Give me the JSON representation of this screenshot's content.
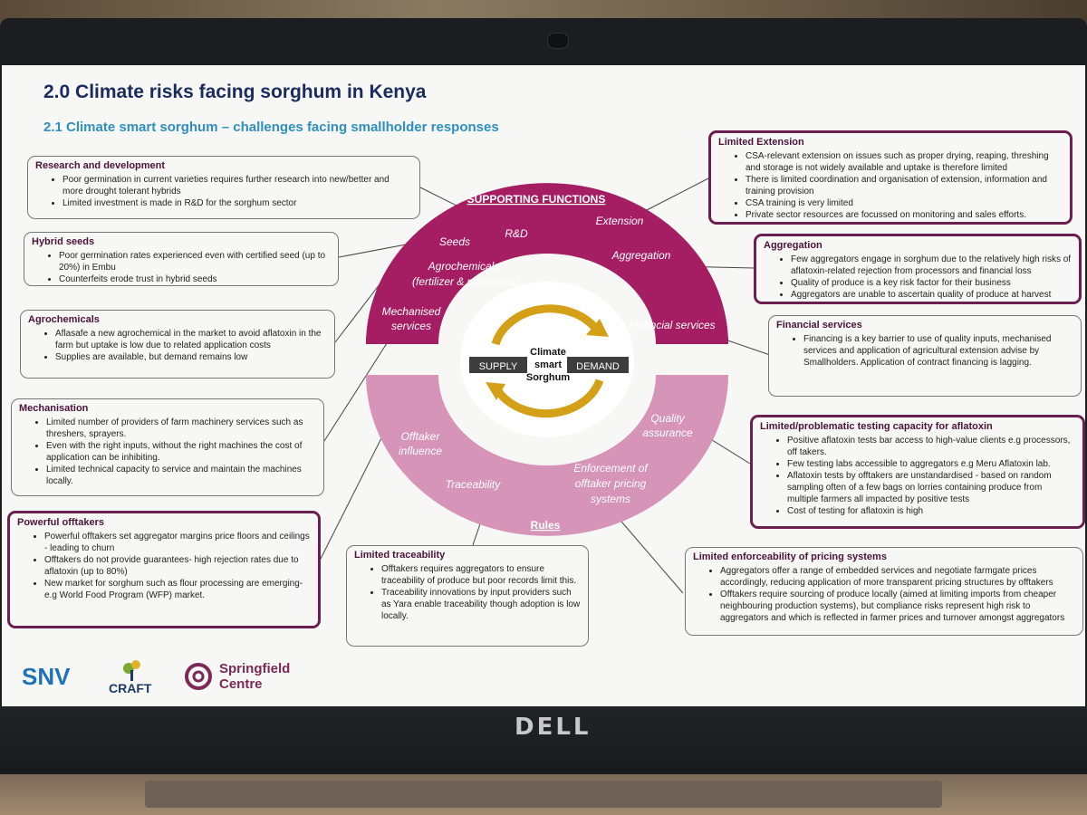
{
  "slide": {
    "title": "2.0 Climate risks facing sorghum in Kenya",
    "subtitle": "2.1 Climate smart sorghum – challenges facing smallholder responses"
  },
  "boxes": {
    "research": {
      "title": "Research and development",
      "items": [
        "Poor germination in current varieties requires further research into new/better and more drought tolerant hybrids",
        "Limited investment is made in R&D for the sorghum sector"
      ]
    },
    "hybrid": {
      "title": "Hybrid seeds",
      "items": [
        "Poor germination rates experienced even with certified seed (up to 20%) in Embu",
        "Counterfeits erode trust in hybrid seeds"
      ]
    },
    "agrochemicals": {
      "title": "Agrochemicals",
      "items": [
        "Aflasafe a new agrochemical in the market to avoid aflatoxin in the farm but uptake is low due to related application costs",
        "Supplies are available, but demand remains low"
      ]
    },
    "mechanisation": {
      "title": "Mechanisation",
      "items": [
        "Limited number of providers of farm machinery services such as threshers, sprayers.",
        "Even with the right inputs, without the right machines the cost of application can be inhibiting.",
        "Limited technical capacity to service and maintain the machines locally."
      ]
    },
    "offtakers": {
      "title": "Powerful offtakers",
      "items": [
        "Powerful offtakers set aggregator margins price floors and ceilings - leading to churn",
        "Offtakers do not provide guarantees- high rejection rates due to aflatoxin (up to 80%)",
        "New market for sorghum such as flour processing are emerging- e.g World Food Program (WFP) market."
      ]
    },
    "traceability": {
      "title": "Limited traceability",
      "items": [
        "Offtakers requires aggregators to ensure traceability of produce but poor records limit this.",
        "Traceability innovations by input providers such as Yara enable traceability though adoption is low locally."
      ]
    },
    "extension": {
      "title": "Limited Extension",
      "items": [
        "CSA-relevant extension on issues such as proper drying, reaping, threshing and storage is not widely available and uptake is therefore limited",
        "There is limited coordination and organisation of extension, information and training provision",
        "CSA training is very limited",
        "Private sector resources are focussed on monitoring and sales efforts."
      ]
    },
    "aggregation": {
      "title": "Aggregation",
      "items": [
        "Few aggregators engage in sorghum due to the relatively high risks of aflatoxin-related rejection from processors and financial loss",
        "Quality of produce is a key risk factor for their business",
        "Aggregators are unable to ascertain quality of produce at harvest"
      ]
    },
    "financial": {
      "title": "Financial services",
      "items": [
        "Financing is a key barrier to use of quality inputs, mechanised services and application of agricultural extension advise by Smallholders. Application of contract financing is lagging."
      ]
    },
    "testing": {
      "title": "Limited/problematic testing capacity for aflatoxin",
      "items": [
        "Positive aflatoxin tests bar access to high-value clients e.g processors, off takers.",
        "Few testing labs accessible to aggregators e.g Meru Aflatoxin lab.",
        "Aflatoxin tests by offtakers are unstandardised - based on random sampling often of a few bags on lorries containing produce from multiple farmers all impacted by positive tests",
        "Cost of testing for aflatoxin is high"
      ]
    },
    "pricing": {
      "title": "Limited enforceability of pricing systems",
      "items": [
        "Aggregators offer a range of embedded services and negotiate farmgate prices accordingly, reducing application of more transparent pricing structures by offtakers",
        "Offtakers require sourcing of produce locally (aimed at limiting imports from cheaper neighbouring production systems), but compliance risks represent high risk to aggregators and which is reflected in farmer prices and turnover amongst aggregators"
      ]
    }
  },
  "diagram": {
    "supporting_functions": "SUPPORTING FUNCTIONS",
    "rules": "Rules",
    "top_labels": {
      "rd": "R&D",
      "extension": "Extension",
      "seeds": "Seeds",
      "aggregation": "Aggregation",
      "agro_line1": "Agrochemicals",
      "agro_line2": "(fertilizer & pesticides)",
      "mech_line1": "Mechanised",
      "mech_line2": "services",
      "financial": "Financial services"
    },
    "bottom_labels": {
      "quality_line1": "Quality",
      "quality_line2": "assurance",
      "offtaker_line1": "Offtaker",
      "offtaker_line2": "influence",
      "enforce_line1": "Enforcement of",
      "enforce_line2": "offtaker pricing",
      "enforce_line3": "systems",
      "traceability": "Traceability"
    },
    "center": {
      "line1": "Climate",
      "line2": "smart",
      "line3": "Sorghum",
      "supply": "SUPPLY",
      "demand": "DEMAND"
    },
    "colors": {
      "top": "#a51e64",
      "bottom": "#d694b8",
      "arrow": "#d4a017",
      "dark_label": "#3d3d3d"
    }
  },
  "logos": {
    "snv": "SNV",
    "craft": "CRAFT",
    "springfield_line1": "Springfield",
    "springfield_line2": "Centre"
  },
  "device": {
    "brand": "DELL"
  }
}
